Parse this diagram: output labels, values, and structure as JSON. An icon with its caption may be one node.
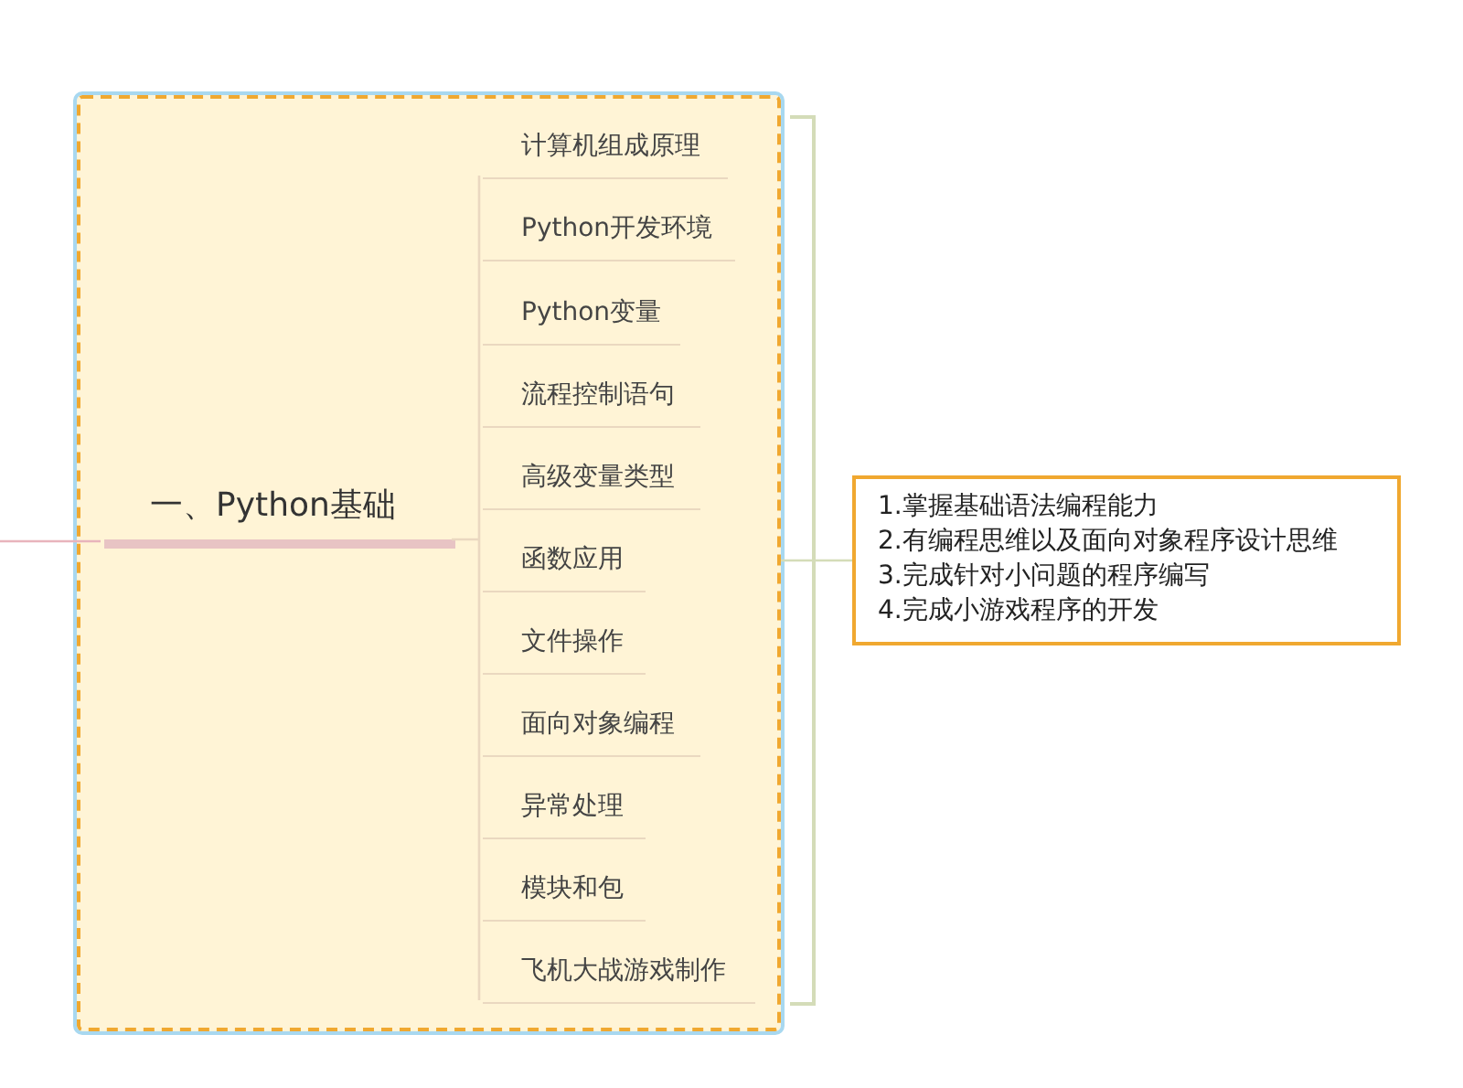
{
  "diagram": {
    "nodes": [
      {
        "text": [],
        "shape": "box"
      },
      {
        "text": [
          "一、Python基础"
        ],
        "in": 0
      },
      {
        "text": [
          "计算机组成原理"
        ],
        "in": 0
      },
      {
        "text": [
          "Python开发环境"
        ],
        "in": 0
      },
      {
        "text": [
          "Python变量"
        ],
        "in": 0
      },
      {
        "text": [
          "流程控制语句"
        ],
        "in": 0
      },
      {
        "text": [
          "高级变量类型"
        ],
        "in": 0
      },
      {
        "text": [
          "函数应用"
        ],
        "in": 0
      },
      {
        "text": [
          "文件操作"
        ],
        "in": 0
      },
      {
        "text": [
          "面向对象编程"
        ],
        "in": 0
      },
      {
        "text": [
          "异常处理"
        ],
        "in": 0
      },
      {
        "text": [
          "模块和包"
        ],
        "in": 0
      },
      {
        "text": [
          "飞机大战游戏制作"
        ],
        "in": 0
      },
      {
        "text": [
          "1.掌握基础语法编程能力",
          "2.有编程思维以及面向对象程序设计思维",
          "3.完成针对小问题的程序编写",
          "4.完成小游戏程序的开发"
        ]
      }
    ],
    "edges": [
      {
        "from": null,
        "to": 1,
        "arrow": "none",
        "color": "#e8b4bc"
      },
      {
        "from": 1,
        "to": 2,
        "arrow": "none"
      },
      {
        "from": 1,
        "to": 3,
        "arrow": "none"
      },
      {
        "from": 1,
        "to": 4,
        "arrow": "none"
      },
      {
        "from": 1,
        "to": 5,
        "arrow": "none"
      },
      {
        "from": 1,
        "to": 6,
        "arrow": "none"
      },
      {
        "from": 1,
        "to": 7,
        "arrow": "none"
      },
      {
        "from": 1,
        "to": 8,
        "arrow": "none"
      },
      {
        "from": 1,
        "to": 9,
        "arrow": "none"
      },
      {
        "from": 1,
        "to": 10,
        "arrow": "none"
      },
      {
        "from": 1,
        "to": 11,
        "arrow": "none"
      },
      {
        "from": 1,
        "to": 12,
        "arrow": "none"
      },
      {
        "from": 0,
        "to": 13,
        "arrow": "none",
        "color": "#d4dcb8"
      }
    ]
  }
}
